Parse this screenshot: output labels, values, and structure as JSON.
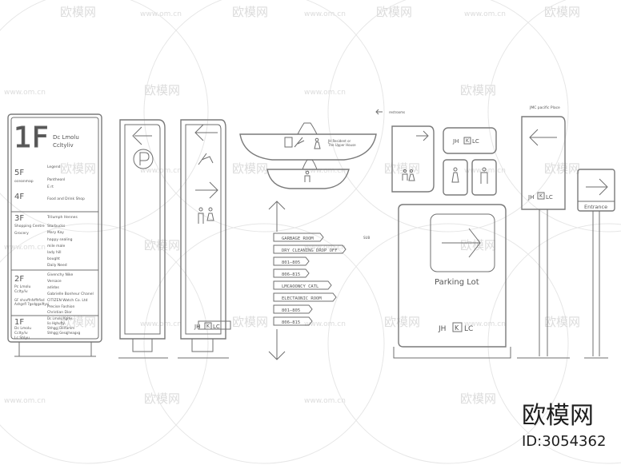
{
  "watermark": {
    "brand": "欧模网",
    "url": "www.om.cn"
  },
  "footer": {
    "brand": "欧模网",
    "id": "ID:3054362"
  },
  "directory_sign": {
    "big_floor": "1F",
    "title_line1": "Dc Lmolu",
    "title_line2": "Ccltyliv",
    "floors": [
      {
        "floor": "5F",
        "label": "oceanmap",
        "items": [
          "Legend",
          "Pantheonl",
          "E  rt"
        ]
      },
      {
        "floor": "4F",
        "label": "",
        "items": [
          "Food and Drink Shop"
        ]
      },
      {
        "floor": "3F",
        "label": "Shopping Centre",
        "label2": "Grocery",
        "items": [
          "Trilumph Hennes",
          "Starbucks",
          "Mary Kay",
          "happy sealing",
          "mile male",
          "lady hill",
          "bought",
          "Daily Need"
        ]
      },
      {
        "floor": "2F",
        "label": "Pc Lmolu",
        "label2": "Cclty/iv",
        "label3": "GF nhcvffnfsffhfisd",
        "label4": "Ashgnfl 7gsdggaiftysj",
        "items": [
          "Givenchy  Nike",
          "Versace",
          "adidas",
          "Gabrielle Bonheur Chanel",
          "CITIZEN Watch Co. Ltd",
          "Precise Fashion",
          "Christian Dior"
        ]
      },
      {
        "floor": "1F",
        "label": "Dc Lmolu",
        "label2": "Cclty/iv",
        "label3": "Lc Shlyu",
        "items": [
          "Dc Lmolu Kgrtis",
          "lio Hghufty",
          "Shhggj Dertamm",
          "Shhggj Gesqjheagxg"
        ]
      }
    ]
  },
  "directional_panels": {
    "arrows": [
      "GARBAGE ROOM",
      "DRY CLEANING DROP OFF",
      "801–805",
      "806–815",
      "LMCAOONCY CATL",
      "ELECTAONIC ROOM",
      "801–805",
      "806–815"
    ]
  },
  "ceiling_sign": {
    "caption_line1": "JH Resident or",
    "caption_line2": "The Upper House"
  },
  "restroom_label": "restrooms",
  "brand_mark": "JH",
  "brand_mark_suffix": "LC",
  "brand_mark_box": "K",
  "parking": {
    "label": "Parking Lot",
    "side_note": "SUB"
  },
  "post_title": "JMC pacific Place",
  "entrance": {
    "label": "Entrance"
  }
}
